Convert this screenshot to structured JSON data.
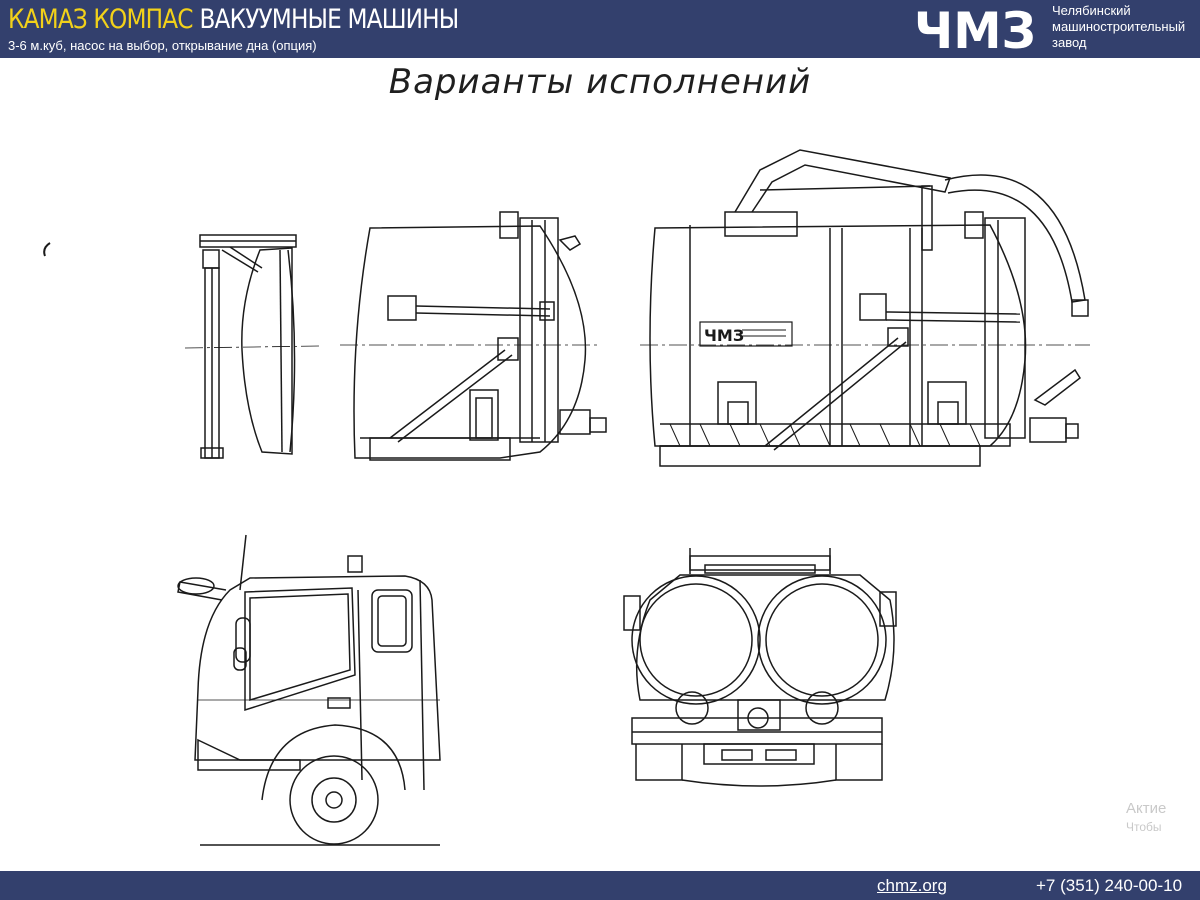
{
  "header": {
    "title_brand": "КАМАЗ КОМПАС",
    "title_product": "ВАКУУМНЫЕ МАШИНЫ",
    "subtitle": "3-6 м.куб, насос на выбор, открывание дна (опция)",
    "logo_text": "ЧМЗ",
    "company_lines": [
      "Челябинский",
      "машиностроительный",
      "завод"
    ]
  },
  "page": {
    "title": "Варианты исполнений"
  },
  "drawings": {
    "plate_text": "ЧМЗ"
  },
  "watermark": {
    "line1": "Актие",
    "line2": "Чтобы"
  },
  "footer": {
    "website": "chmz.org",
    "phone": "+7 (351) 240-00-10"
  },
  "colors": {
    "bar": "#33406d",
    "accent": "#f2d11a",
    "line": "#1a1a1a"
  }
}
